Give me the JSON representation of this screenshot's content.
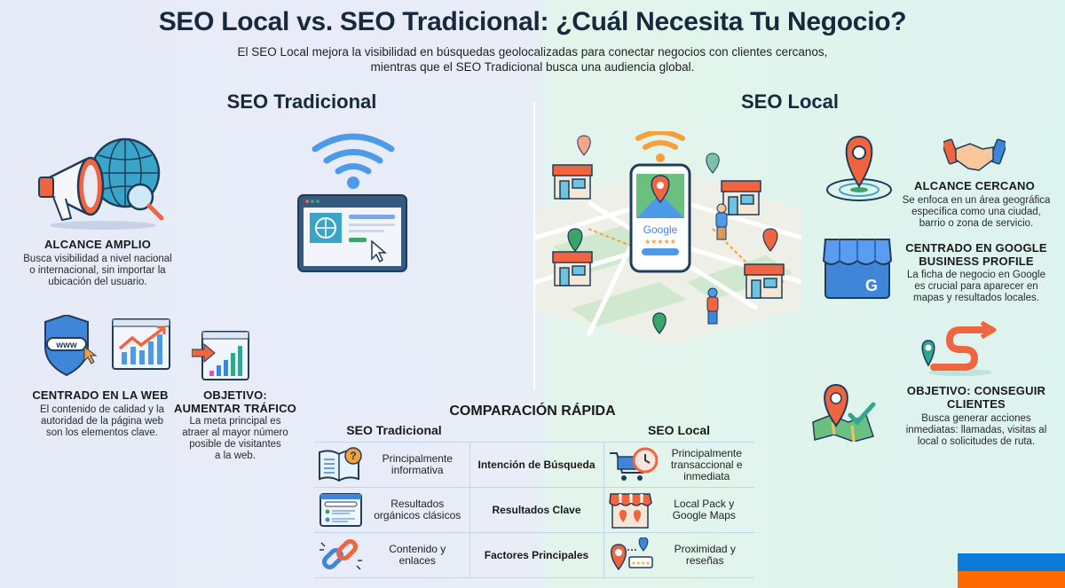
{
  "header": {
    "title": "SEO Local vs. SEO Tradicional: ¿Cuál Necesita Tu Negocio?",
    "subtitle_line1": "El SEO Local mejora la visibilidad en búsquedas geolocalizadas para conectar negocios con clientes cercanos,",
    "subtitle_line2": "mientras que el SEO Tradicional busca una audiencia global."
  },
  "traditional": {
    "heading": "SEO Tradicional",
    "features": [
      {
        "title": "ALCANCE AMPLIO",
        "desc": [
          "Busca visibilidad a nivel nacional",
          "o internacional, sin importar la",
          "ubicación del usuario."
        ],
        "icon": "megaphone-globe-icon"
      },
      {
        "title": "CENTRADO EN LA WEB",
        "desc": [
          "El contenido de calidad y la",
          "autoridad de la página web",
          "son los elementos clave."
        ],
        "icon": "www-shield-icon"
      },
      {
        "title_line1": "OBJETIVO:",
        "title_line2": "AUMENTAR TRÁFICO",
        "desc": [
          "La meta principal es",
          "atraer al mayor número",
          "posible de visitantes",
          "a la web."
        ],
        "icon": "traffic-chart-icon"
      }
    ]
  },
  "local": {
    "heading": "SEO Local",
    "features": [
      {
        "title": "ALCANCE CERCANO",
        "desc": [
          "Se enfoca en un área geográfica",
          "específica como una ciudad,",
          "barrio o zona de servicio."
        ],
        "icon": "map-pin-radius-icon"
      },
      {
        "title_line1": "CENTRADO EN GOOGLE",
        "title_line2": "BUSINESS PROFILE",
        "desc": [
          "La ficha de negocio en Google",
          "es crucial para aparecer en",
          "mapas y resultados locales."
        ],
        "icon": "google-business-store-icon"
      },
      {
        "title_line1": "OBJETIVO: CONSEGUIR",
        "title_line2": "CLIENTES",
        "desc": [
          "Busca generar acciones",
          "inmediatas: llamadas, visitas al",
          "local o solicitudes de ruta."
        ],
        "icon": "route-pin-icon"
      }
    ],
    "phone_brand": "Google",
    "phone_stars": "★★★★★"
  },
  "comparison": {
    "title": "COMPARACIÓN RÁPIDA",
    "left_header": "SEO Tradicional",
    "right_header": "SEO Local",
    "rows": [
      {
        "left": "Principalmente informativa",
        "criterion": "Intención de Búsqueda",
        "right": "Principalmente transaccional e inmediata"
      },
      {
        "left": "Resultados orgánicos clásicos",
        "criterion": "Resultados Clave",
        "right": "Local Pack y Google Maps"
      },
      {
        "left": "Contenido y enlaces",
        "criterion": "Factores Principales",
        "right": "Proximidad y reseñas"
      }
    ]
  },
  "colors": {
    "title": "#17293d",
    "accent_orange": "#f0653f",
    "accent_blue": "#3b7fd6",
    "accent_green": "#3aa56b",
    "stripe_blue": "#0a7bd6",
    "stripe_orange": "#ff6a00"
  }
}
